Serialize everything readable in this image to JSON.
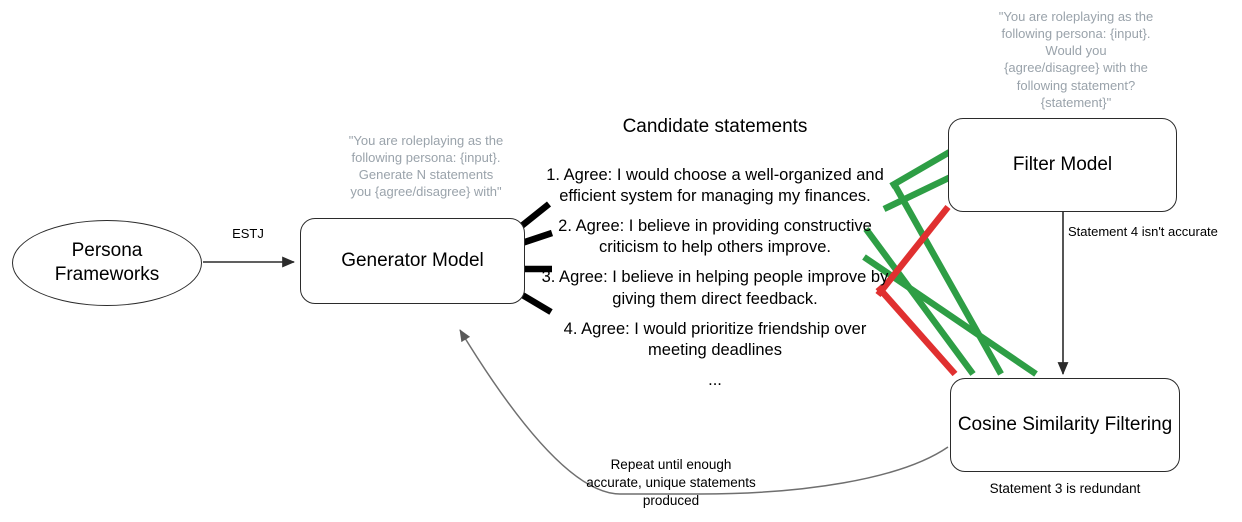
{
  "diagram": {
    "title_candidate_statements": "Candidate statements",
    "nodes": {
      "persona": "Persona\nFrameworks",
      "generator": "Generator Model",
      "filter": "Filter Model",
      "cosine": "Cosine Similarity Filtering"
    },
    "edge_labels": {
      "persona_to_generator": "ESTJ",
      "filter_to_cosine": "Statement 4 isn't accurate",
      "cosine_caption": "Statement 3 is redundant",
      "feedback_loop": "Repeat until enough\naccurate, unique statements\nproduced"
    },
    "prompts": {
      "generator_prompt": "\"You are roleplaying as the\nfollowing persona: {input}.\nGenerate N statements\nyou {agree/disagree} with\"",
      "filter_prompt": "\"You are roleplaying as the\nfollowing persona: {input}.\nWould you\n{agree/disagree} with the\nfollowing statement?\n{statement}\""
    },
    "statements": [
      "1. Agree: I would choose a well-organized and efficient system for managing my finances.",
      "2. Agree: I believe in providing constructive criticism to help others improve.",
      "3. Agree: I believe in helping people improve by giving them direct feedback.",
      "4. Agree: I would prioritize friendship over meeting deadlines"
    ],
    "statements_ellipsis": "...",
    "colors": {
      "accept_green": "#2E9E45",
      "reject_red": "#E03030",
      "stroke_black": "#2b2b2b",
      "note_grey": "#9aa3ab",
      "connector_grey": "#6f6f6f"
    }
  }
}
